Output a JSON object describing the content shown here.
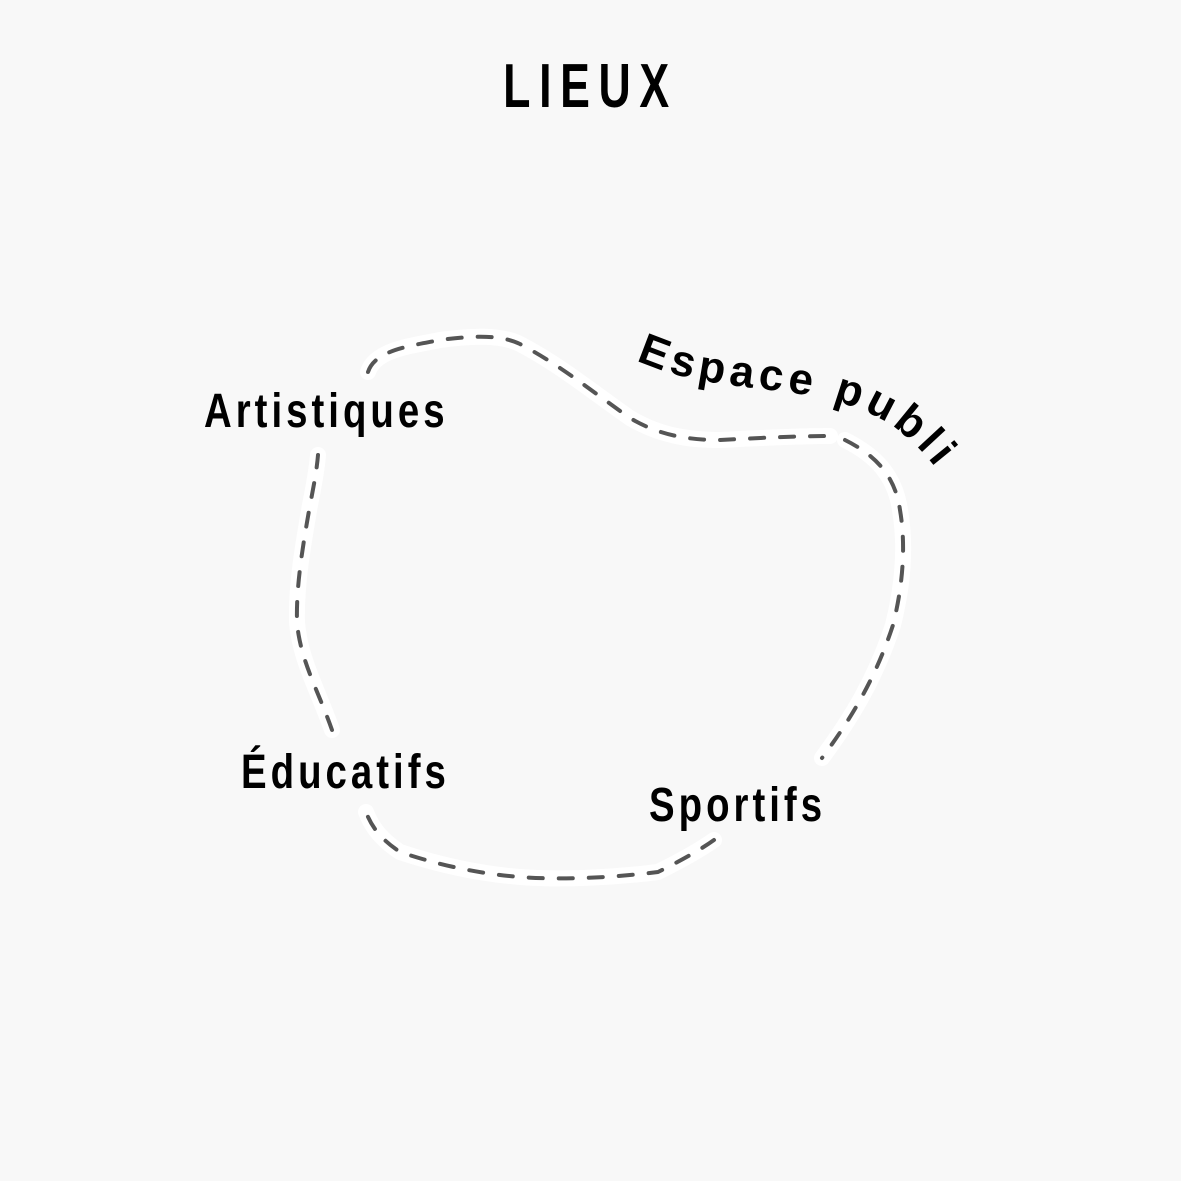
{
  "diagram": {
    "title": "LIEUX",
    "labels": {
      "artistiques": "Artistiques",
      "espace_public": "Espace public",
      "educatifs": "Éducatifs",
      "sportifs": "Sportifs"
    },
    "colors": {
      "background": "#f8f8f8",
      "text": "#000000",
      "dashed_outline": "#555555",
      "outline_halo": "#ffffff"
    }
  }
}
